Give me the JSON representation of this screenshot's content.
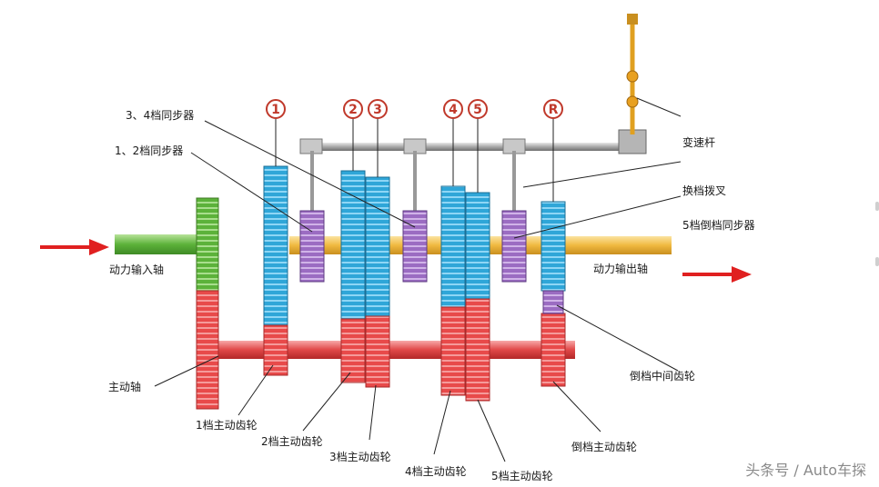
{
  "labels": {
    "sync34": "3、4档同步器",
    "sync12": "1、2档同步器",
    "shift_lever": "变速杆",
    "shift_fork": "换档拨叉",
    "sync5r": "5档倒档同步器",
    "input_shaft": "动力输入轴",
    "output_shaft": "动力输出轴",
    "main_shaft": "主动轴",
    "reverse_idler": "倒档中间齿轮",
    "gear1_drive": "1档主动齿轮",
    "gear2_drive": "2档主动齿轮",
    "gear3_drive": "3档主动齿轮",
    "gear4_drive": "4档主动齿轮",
    "gear5_drive": "5档主动齿轮",
    "reverse_drive": "倒档主动齿轮"
  },
  "gear_numbers": [
    "1",
    "2",
    "3",
    "4",
    "5",
    "R"
  ],
  "watermark": "头条号 / Auto车探",
  "colors": {
    "driven_gear": "#2fa6d8",
    "drive_gear": "#e84a4a",
    "sync": "#a678c8",
    "output_shaft": "#f2c35a",
    "input_gear": "#6fbf4a",
    "arrow": "#e02020"
  }
}
